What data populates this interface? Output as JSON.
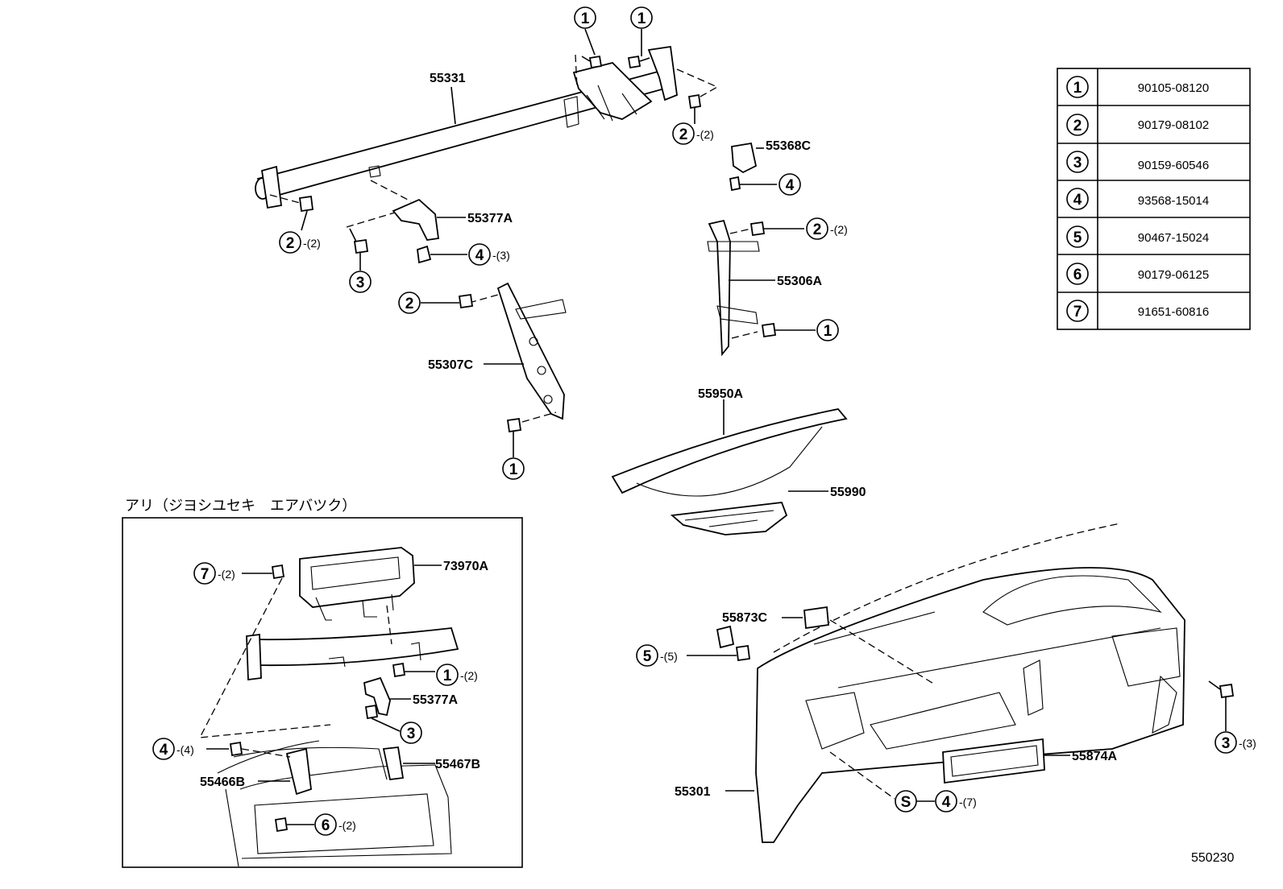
{
  "parts": {
    "p55331": "55331",
    "p55368C": "55368C",
    "p55377A": "55377A",
    "p55306A": "55306A",
    "p55307C": "55307C",
    "p55950A": "55950A",
    "p55990": "55990",
    "p73970A": "73970A",
    "p55377A_inset": "55377A",
    "p55467B": "55467B",
    "p55466B": "55466B",
    "p55873C": "55873C",
    "p55874A": "55874A",
    "p55301": "55301"
  },
  "quantities": {
    "q2a": "-(2)",
    "q2b": "-(2)",
    "q2c": "-(2)",
    "q4a": "-(3)",
    "q7": "-(2)",
    "q1i": "-(2)",
    "q4i": "-(4)",
    "q6i": "-(2)",
    "q5": "-(5)",
    "q3r": "-(3)",
    "q4s": "-(7)"
  },
  "callout_numbers": {
    "c1a": "1",
    "c1b": "1",
    "c2a": "2",
    "c2b": "2",
    "c4a": "4",
    "c2c": "2",
    "c4b": "4",
    "c3a": "3",
    "c2d": "2",
    "c1c": "1",
    "c1d": "1",
    "c7": "7",
    "c1i": "1",
    "c3i": "3",
    "c4i": "4",
    "c6i": "6",
    "c5": "5",
    "c3r": "3",
    "cS": "S",
    "c4s": "4"
  },
  "inset_title": "アリ（ジヨシユセキ　エアバツク）",
  "figure_number": "550230",
  "parts_table": [
    {
      "key": "1",
      "part_no": "90105-08120"
    },
    {
      "key": "2",
      "part_no": "90179-08102"
    },
    {
      "key": "3",
      "part_no": "90159-60546"
    },
    {
      "key": "4",
      "part_no": "93568-15014"
    },
    {
      "key": "5",
      "part_no": "90467-15024"
    },
    {
      "key": "6",
      "part_no": "90179-06125"
    },
    {
      "key": "7",
      "part_no": "91651-60816"
    }
  ]
}
